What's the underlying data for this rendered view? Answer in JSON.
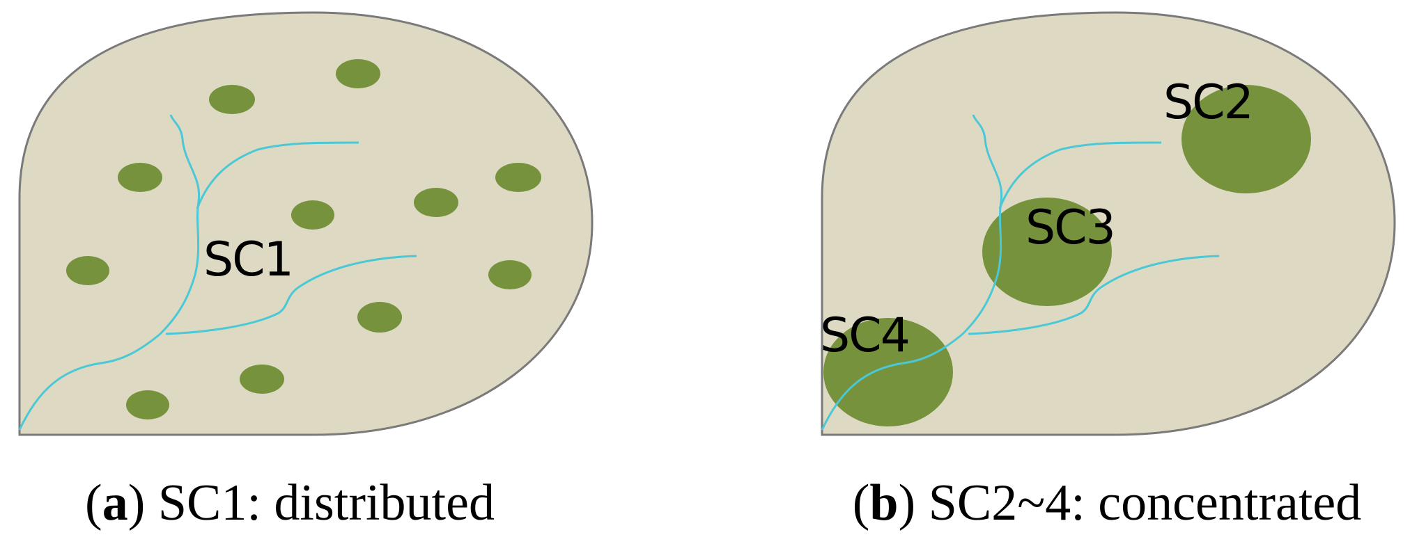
{
  "panels": [
    {
      "id": "a",
      "caption_letter": "a",
      "caption_text": " SC1: distributed",
      "labels": [
        "SC1"
      ],
      "colors": {
        "basin": "#ddd9c3",
        "outline": "#7a7a7a",
        "storage": "#76923c",
        "river": "#4bc8d6"
      }
    },
    {
      "id": "b",
      "caption_letter": "b",
      "caption_text": " SC2~4: concentrated",
      "labels": [
        "SC2",
        "SC3",
        "SC4"
      ],
      "colors": {
        "basin": "#ddd9c3",
        "outline": "#7a7a7a",
        "storage": "#76923c",
        "river": "#4bc8d6"
      }
    }
  ]
}
